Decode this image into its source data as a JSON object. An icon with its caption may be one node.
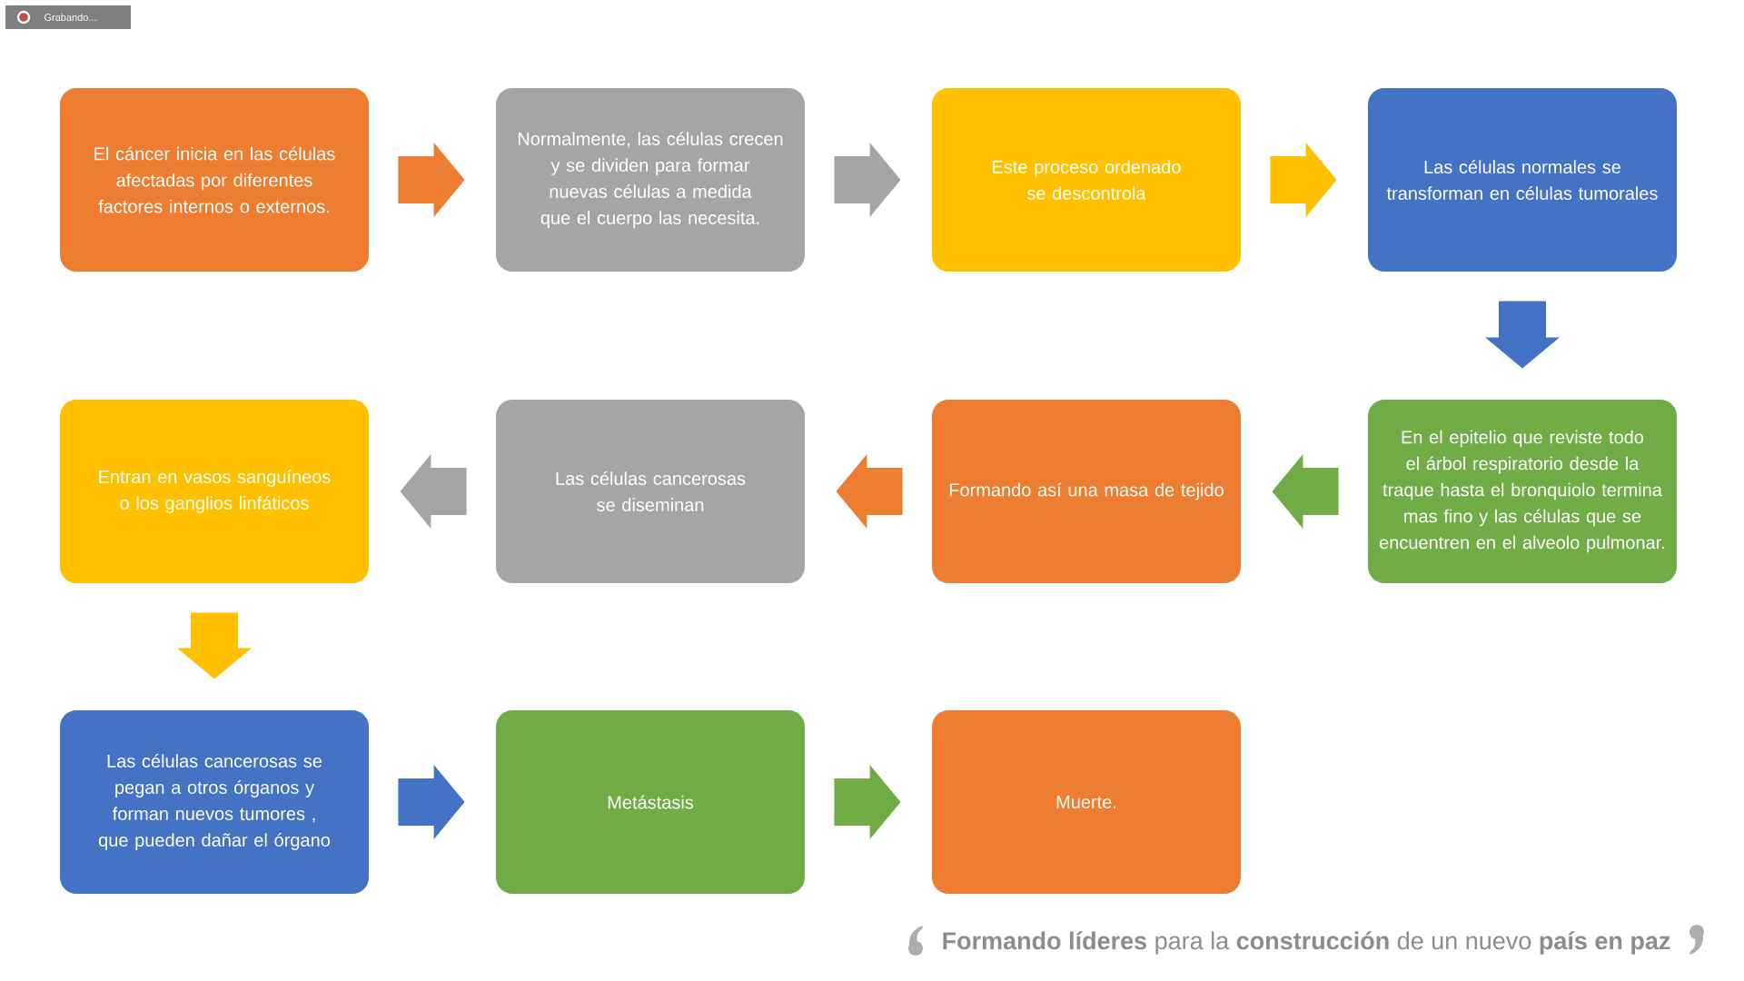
{
  "diagram": {
    "nodes": [
      {
        "text": [
          "El cáncer inicia en las células afectadas por diferentes factores internos o externos."
        ]
      },
      {
        "text": [
          "Normalmente, las células crecen y se dividen para formar nuevas células a medida que el cuerpo las necesita."
        ]
      },
      {
        "text": [
          "Este proceso ordenado se descontrola"
        ]
      },
      {
        "text": [
          "Las células normales se transforman en células tumorales"
        ]
      },
      {
        "text": [
          "Entran en vasos sanguíneos o los ganglios linfáticos"
        ]
      },
      {
        "text": [
          "Las células cancerosas se diseminan"
        ]
      },
      {
        "text": [
          "Formando así una masa de tejido"
        ]
      },
      {
        "text": [
          "En el epitelio que reviste todo el árbol respiratorio desde la traque hasta el bronquiolo termina mas fino y las células que se encuentren en el alveolo pulmonar."
        ]
      },
      {
        "text": [
          "Las células cancerosas se pegan a otros órganos y forman nuevos tumores , que pueden dañar el órgano"
        ]
      },
      {
        "text": [
          "Metástasis"
        ]
      },
      {
        "text": [
          "Muerte."
        ]
      }
    ],
    "edges": [
      {
        "from": 0,
        "to": 1,
        "arrow": "to",
        "color": "#ed7d31"
      },
      {
        "from": 1,
        "to": 2,
        "arrow": "to",
        "color": "#a5a5a5"
      },
      {
        "from": 2,
        "to": 3,
        "arrow": "to",
        "color": "#ffc000"
      },
      {
        "from": 3,
        "to": 7,
        "arrow": "to",
        "color": "#4472c4"
      },
      {
        "from": 7,
        "to": 6,
        "arrow": "to",
        "color": "#70ad47"
      },
      {
        "from": 6,
        "to": 5,
        "arrow": "to",
        "color": "#ed7d31"
      },
      {
        "from": 5,
        "to": 4,
        "arrow": "to",
        "color": "#a5a5a5"
      },
      {
        "from": 4,
        "to": 8,
        "arrow": "to",
        "color": "#ffc000"
      },
      {
        "from": 8,
        "to": 9,
        "arrow": "to",
        "color": "#4472c4"
      },
      {
        "from": 9,
        "to": 10,
        "arrow": "to",
        "color": "#70ad47"
      }
    ],
    "labels": [
      "Grabando...",
      "**Formando líderes** para la **construcción** de un nuevo **país en paz**"
    ]
  }
}
